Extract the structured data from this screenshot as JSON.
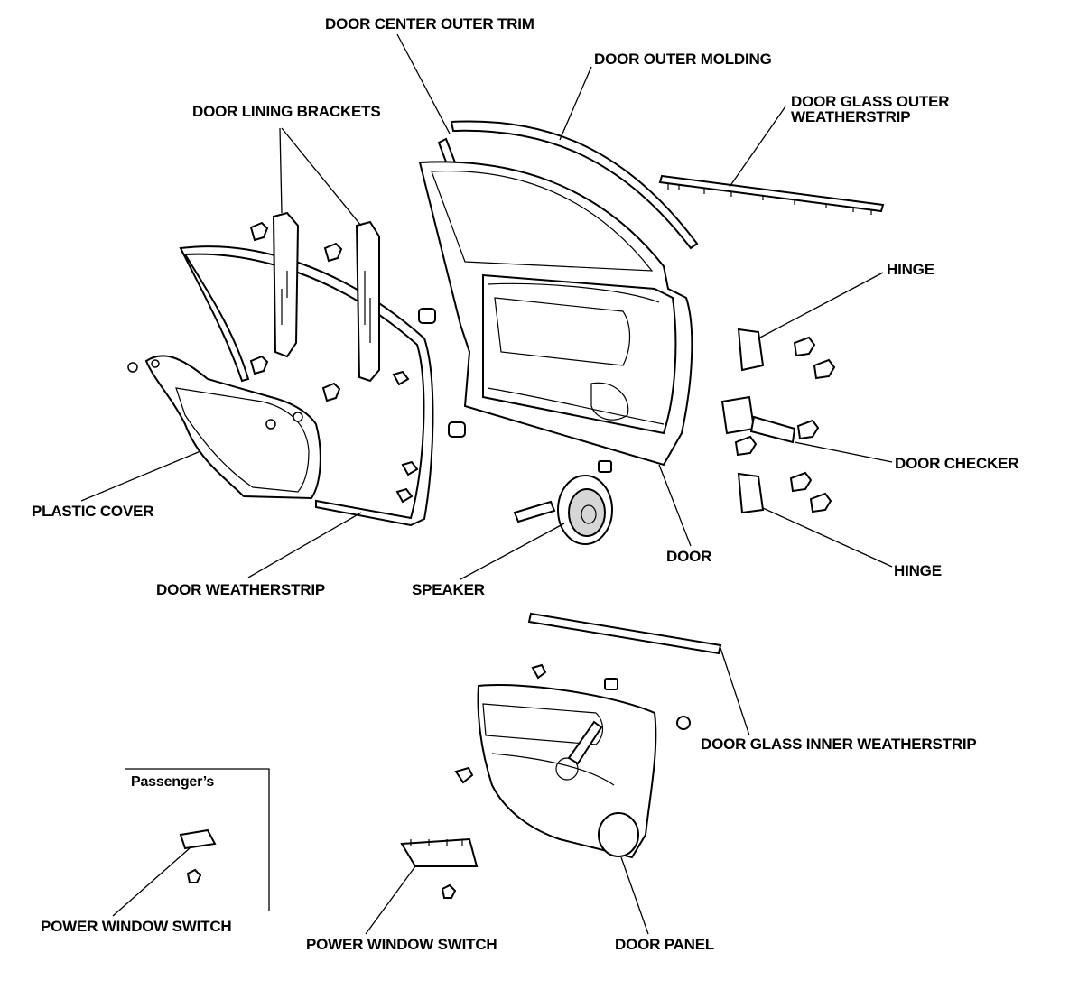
{
  "labels": {
    "door_center_outer_trim": "DOOR CENTER OUTER TRIM",
    "door_outer_molding": "DOOR OUTER MOLDING",
    "door_glass_outer_weatherstrip_1": "DOOR GLASS OUTER",
    "door_glass_outer_weatherstrip_2": "WEATHERSTRIP",
    "door_lining_brackets": "DOOR LINING BRACKETS",
    "hinge_upper": "HINGE",
    "door_checker": "DOOR CHECKER",
    "door": "DOOR",
    "hinge_lower": "HINGE",
    "plastic_cover": "PLASTIC COVER",
    "door_weatherstrip": "DOOR WEATHERSTRIP",
    "speaker": "SPEAKER",
    "door_glass_inner_weatherstrip": "DOOR GLASS INNER WEATHERSTRIP",
    "passengers": "Passenger’s",
    "power_window_switch_passenger": "POWER WINDOW SWITCH",
    "power_window_switch_driver": "POWER WINDOW SWITCH",
    "door_panel": "DOOR PANEL"
  },
  "colors": {
    "line": "#000000",
    "background": "#ffffff",
    "shade": "#d6d6d6"
  }
}
